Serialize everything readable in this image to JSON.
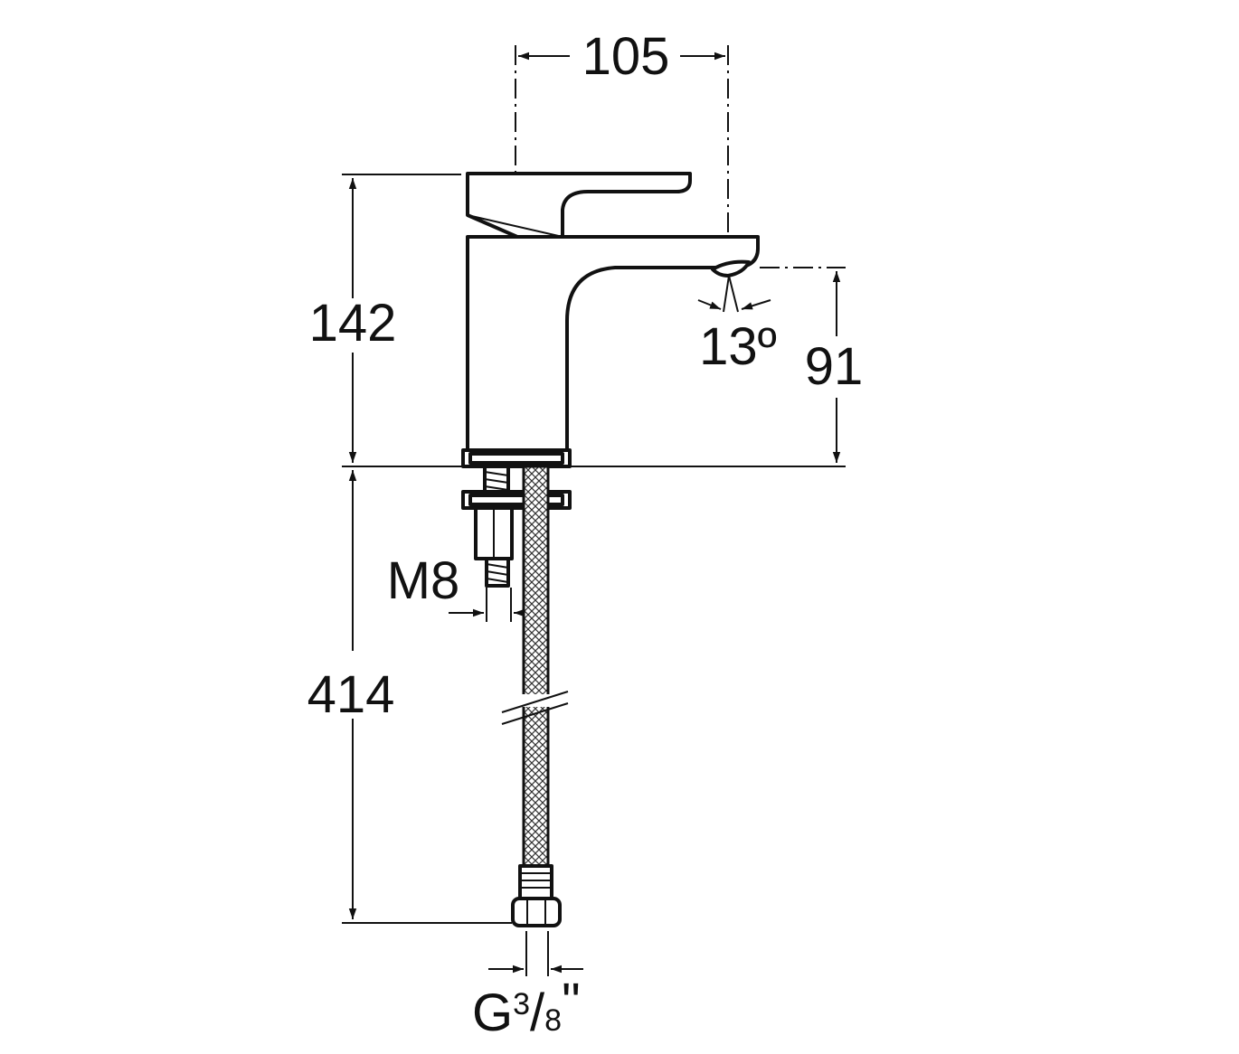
{
  "dimensions": {
    "width_top": "105",
    "height_body": "142",
    "spout_height": "91",
    "spout_angle": "13º",
    "hose_length": "414",
    "stud_thread": "M8",
    "connection_thread_prefix": "G",
    "connection_thread_num": "3",
    "connection_thread_den": "8",
    "connection_thread_suffix": "\""
  },
  "colors": {
    "line": "#111111",
    "background": "#ffffff"
  }
}
